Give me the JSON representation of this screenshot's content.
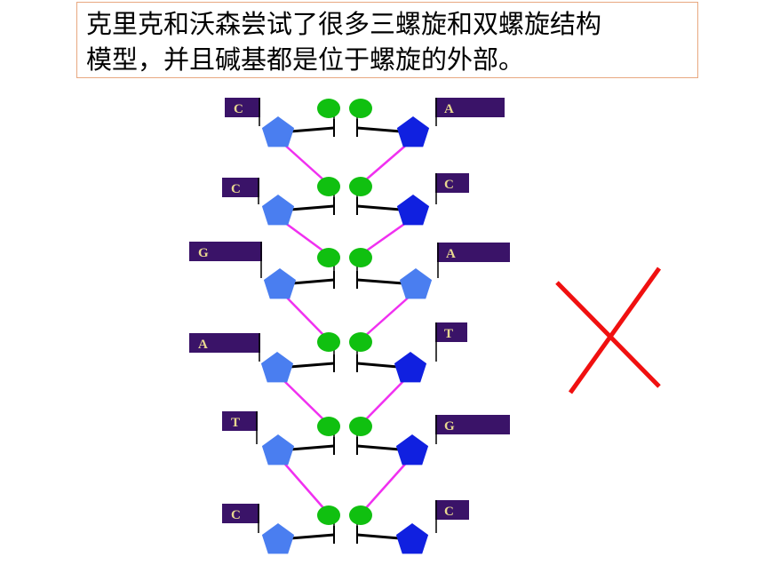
{
  "title": {
    "line1": "克里克和沃森尝试了很多三螺旋和双螺旋结构",
    "line2": "模型，并且碱基都是位于螺旋的外部。"
  },
  "colors": {
    "label_bg": "#3a1368",
    "label_text": "#e8d890",
    "sugar_light": "#4a7ef0",
    "sugar_dark": "#1020e0",
    "phosphate": "#10c010",
    "backbone": "#f030f0",
    "bond": "#000000",
    "cross": "#f01010"
  },
  "diagram": {
    "left_bases": [
      "C",
      "C",
      "G",
      "A",
      "T",
      "C"
    ],
    "right_bases": [
      "A",
      "C",
      "A",
      "T",
      "G",
      "C"
    ]
  }
}
